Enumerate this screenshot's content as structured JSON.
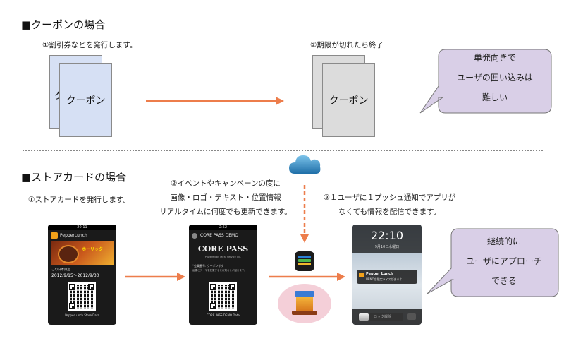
{
  "coupon_section": {
    "heading": "■クーポンの場合",
    "step1": "①割引券などを発行します。",
    "step2": "②期限が切れたら終了",
    "card_label_front": "クーポン",
    "card_label_back": "ク",
    "card_label_front_2": "クーポン",
    "callout_lines": [
      "単発向きで",
      "ユーザの囲い込みは",
      "難しい"
    ]
  },
  "store_section": {
    "heading": "■ストアカードの場合",
    "step1": "①ストアカードを発行します。",
    "step2_lines": [
      "②イベントやキャンペーンの度に",
      "画像・ロゴ・テキスト・位置情報",
      "リアルタイムに何度でも更新できます。"
    ],
    "step3_lines": [
      "③１ユーザに１プッシュ通知でアプリが",
      "なくても情報を配信できます。"
    ],
    "callout_lines": [
      "継続的に",
      "ユーザにアプローチ",
      "できる"
    ]
  },
  "phone1": {
    "status_time": "20:11",
    "brand": "PepperLunch",
    "banner_text": "ホーリック",
    "period_label": "この日本限定",
    "period_dates": "2012/9/15〜2012/9/30",
    "footer": "PepperLunch Store Data"
  },
  "phone2": {
    "status_time": "2:52",
    "header_title": "CORE PASS DEMO",
    "big_title": "CORE PASS",
    "powered_by": "Powered by Mirai Service Inc.",
    "body_line1": "*会員番号: クーポンボタ",
    "body_line2": "画像とテーマを変更するとお知らせが届きます。",
    "footer": "CORE PASS DEMO Data"
  },
  "phone3": {
    "lock_time": "22:10",
    "lock_date": "9月10日木曜日",
    "notif_title": "Pepper Lunch",
    "notif_body": "UENO店限定ライスがあるよ！",
    "unlock_label": "ロック解除"
  },
  "colors": {
    "arrow": "#ed7d4b",
    "callout_fill": "#d9cfe7",
    "callout_border": "#777777",
    "coupon_blue": "#d6e0f4",
    "coupon_gray": "#dcdcdc",
    "cloud": "#3a93c8",
    "server_bg": "#f4cfd8"
  },
  "icons": {
    "cloud": "cloud-icon",
    "wallet": "passbook-app-icon",
    "server": "store-server-icon"
  }
}
